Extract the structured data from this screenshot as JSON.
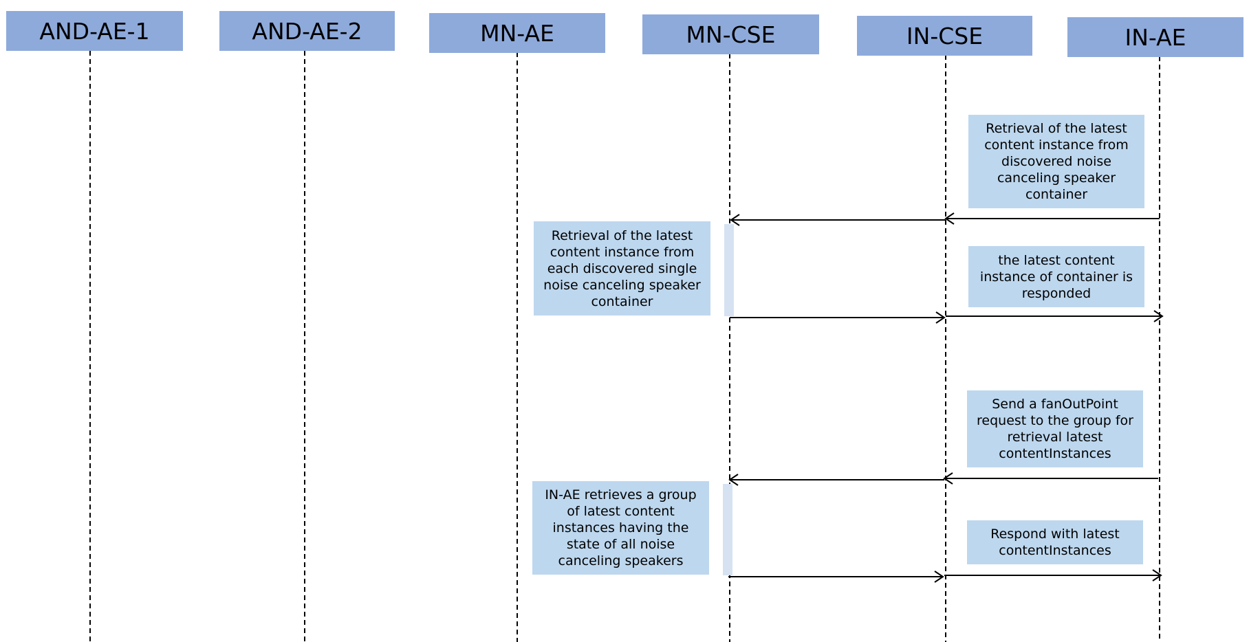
{
  "participants": [
    {
      "id": "and-ae-1",
      "label": "AND-AE-1"
    },
    {
      "id": "and-ae-2",
      "label": "AND-AE-2"
    },
    {
      "id": "mn-ae",
      "label": "MN-AE"
    },
    {
      "id": "mn-cse",
      "label": "MN-CSE"
    },
    {
      "id": "in-cse",
      "label": "IN-CSE"
    },
    {
      "id": "in-ae",
      "label": "IN-AE"
    }
  ],
  "notes": [
    {
      "text": "Retrieval of the latest\ncontent instance from\ndiscovered noise\ncanceling speaker\ncontainer"
    },
    {
      "text": "Retrieval of the latest\ncontent instance from\neach discovered single\nnoise canceling speaker\ncontainer"
    },
    {
      "text": "the latest content\ninstance of container is\nresponded"
    },
    {
      "text": "Send a fanOutPoint\nrequest to the group for\nretrieval latest\ncontentInstances"
    },
    {
      "text": "IN-AE retrieves a group\nof latest content\ninstances having the\nstate of all noise\ncanceling speakers"
    },
    {
      "text": "Respond with latest\ncontentInstances"
    }
  ],
  "messages": [
    {
      "from": "in-ae",
      "to": "in-cse"
    },
    {
      "from": "in-cse",
      "to": "mn-cse"
    },
    {
      "from": "mn-cse",
      "to": "in-cse"
    },
    {
      "from": "in-cse",
      "to": "in-ae"
    },
    {
      "from": "in-ae",
      "to": "in-cse"
    },
    {
      "from": "in-cse",
      "to": "mn-cse"
    },
    {
      "from": "mn-cse",
      "to": "in-cse"
    },
    {
      "from": "in-cse",
      "to": "in-ae"
    }
  ],
  "colors": {
    "header_fill": "#8EAADB",
    "note_fill": "#BDD7EE",
    "activation_fill": "#D6E2F2",
    "line": "#000000"
  }
}
